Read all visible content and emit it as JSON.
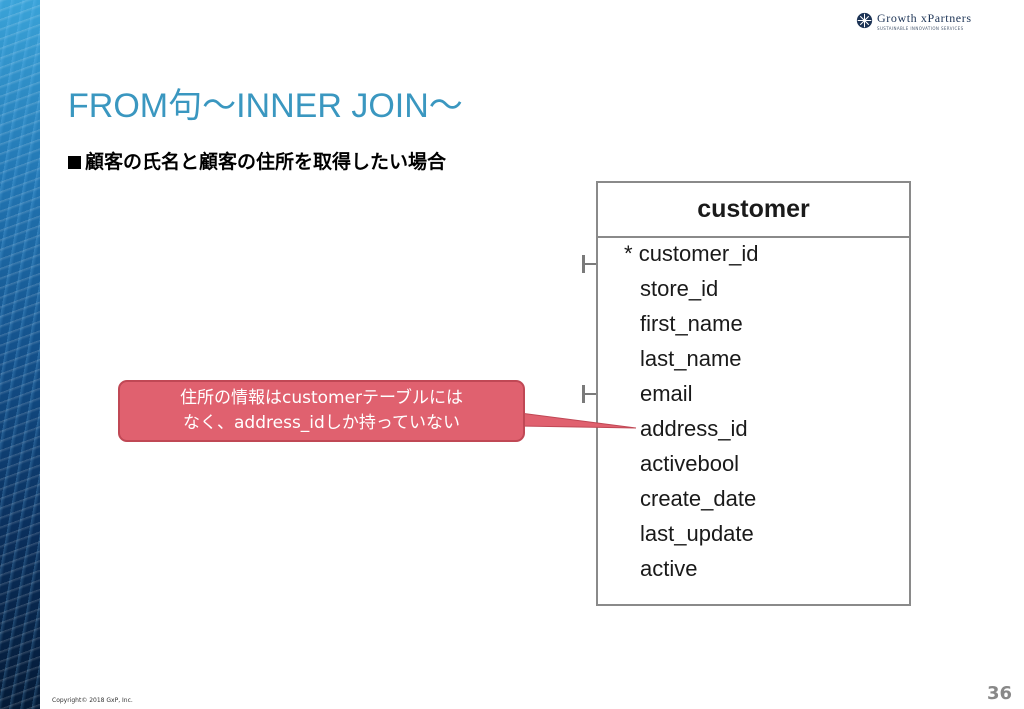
{
  "logo": {
    "name": "Growth xPartners",
    "tagline": "SUSTAINABLE INNOVATION SERVICES"
  },
  "slide": {
    "title": "FROM句～INNER JOIN～",
    "subtitle": "顧客の氏名と顧客の住所を取得したい場合"
  },
  "table": {
    "name": "customer",
    "primary_key_marker": "*",
    "columns": [
      "customer_id",
      "store_id",
      "first_name",
      "last_name",
      "email",
      "address_id",
      "activebool",
      "create_date",
      "last_update",
      "active"
    ]
  },
  "callout": {
    "line1": "住所の情報はcustomerテーブルには",
    "line2": "なく、address_idしか持っていない"
  },
  "footer": {
    "copyright": "Copyright© 2018 GxP, Inc.",
    "page_number": "36"
  },
  "colors": {
    "title": "#3a97c0",
    "callout_fill": "#e0616f",
    "table_border": "#8a8a8a"
  }
}
